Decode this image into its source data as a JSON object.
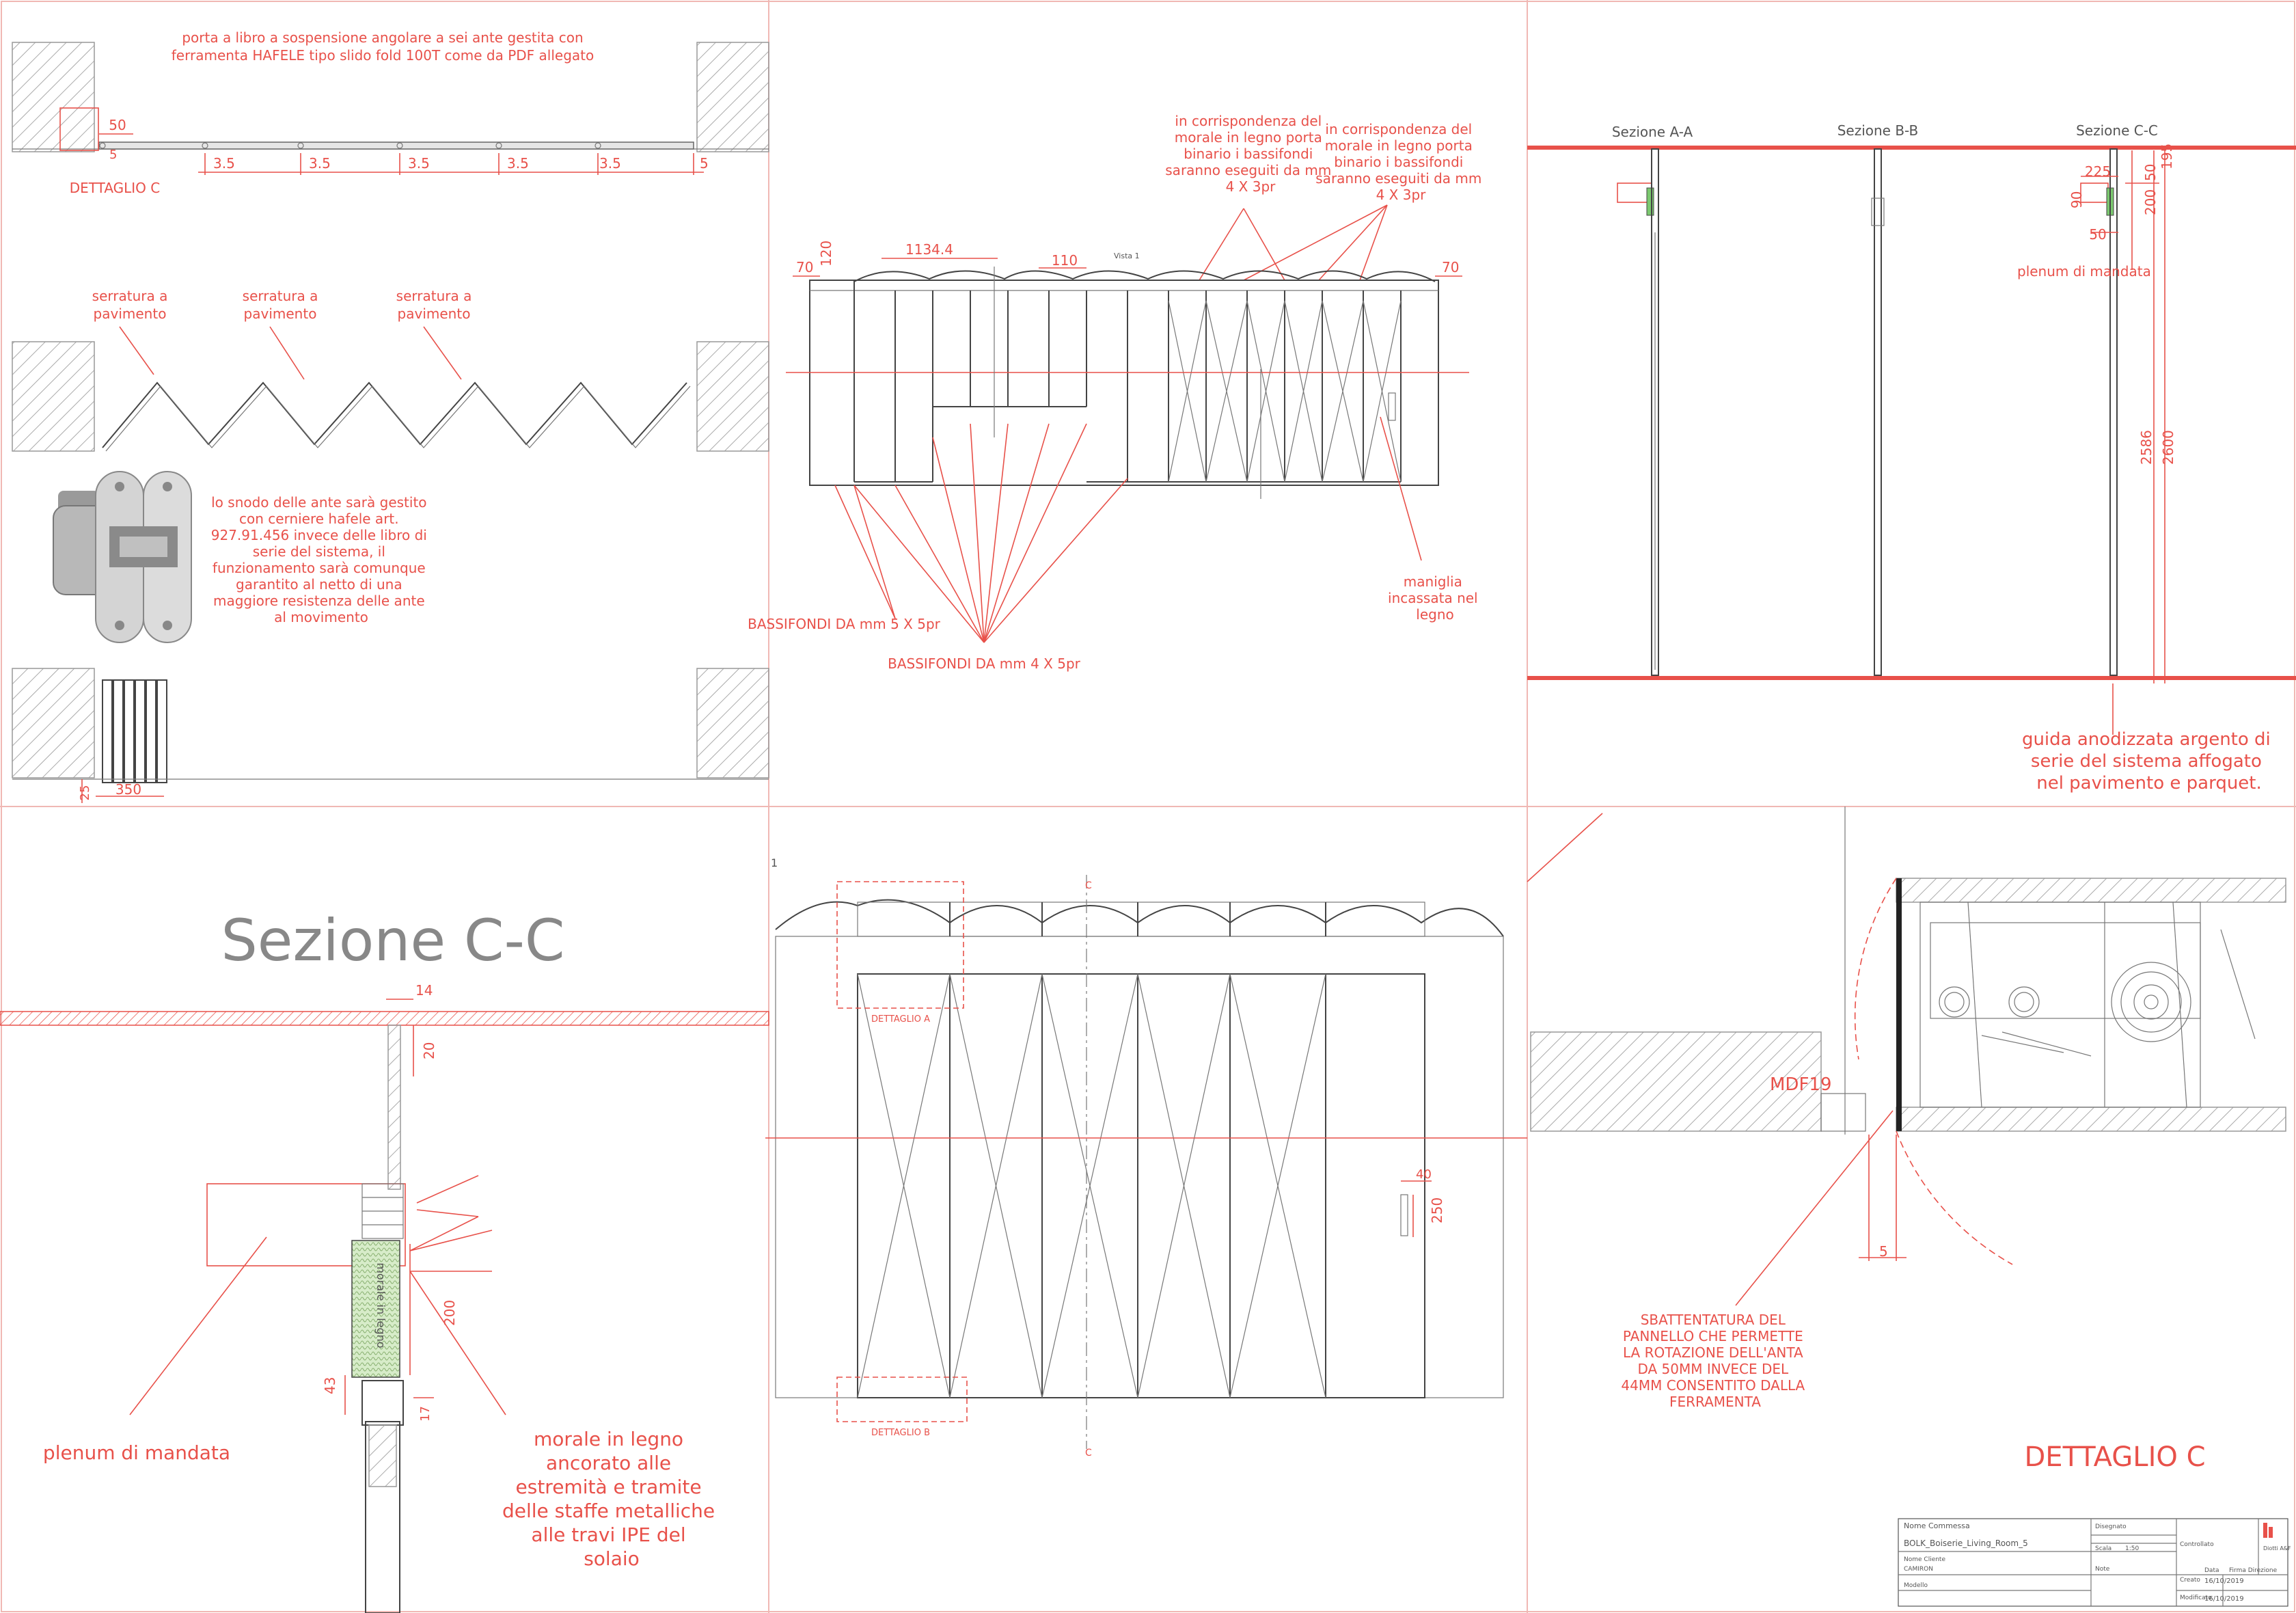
{
  "panel1": {
    "note_title_1": "porta a libro a sospensione angolare a sei ante gestita con",
    "note_title_2": "ferramenta HAFELE tipo slido fold 100T come da PDF allegato",
    "dim_50": "50",
    "dim_5_left": "5",
    "dim_35": [
      "3.5",
      "3.5",
      "3.5",
      "3.5",
      "3.5"
    ],
    "dim_5_right": "5",
    "detail_label": "DETTAGLIO C",
    "lock_label": [
      "serratura a",
      "pavimento"
    ],
    "hinge_note": [
      "lo snodo delle ante sarà gestito",
      "con cerniere hafele art.",
      "927.91.456 invece delle libro di",
      "serie del sistema, il",
      "funzionamento sarà comunque",
      "garantito al netto di una",
      "maggiore resistenza delle ante",
      "al movimento"
    ],
    "dim_350": "350",
    "dim_25": "25"
  },
  "panel2": {
    "note_left": [
      "in corrispondenza del",
      "morale in legno porta",
      "binario i bassifondi",
      "saranno eseguiti da mm",
      "4 X 3pr"
    ],
    "note_right": [
      "in corrispondenza del",
      "morale in legno porta",
      "binario i bassifondi",
      "saranno eseguiti da mm",
      "4 X 3pr"
    ],
    "dim_70_left": "70",
    "dim_120": "120",
    "dim_1134": "1134.4",
    "dim_110": "110",
    "dim_70_right": "70",
    "vista_label": "Vista 1",
    "bassifondi_1": "BASSIFONDI DA mm 5 X 5pr",
    "bassifondi_2": "BASSIFONDI DA mm 4 X 5pr",
    "handle_note": [
      "maniglia",
      "incassata nel",
      "legno"
    ]
  },
  "panel3": {
    "section_a": "Sezione A-A",
    "section_b": "Sezione B-B",
    "section_c": "Sezione C-C",
    "dim_225": "225",
    "dim_195": "195",
    "dim_90": "90",
    "dim_200": "200",
    "dim_50a": "50",
    "dim_50b": "50",
    "plenum": "plenum di mandata",
    "dim_2586": "2586",
    "dim_2600": "2600",
    "guide_note": [
      "guida anodizzata argento di",
      "serie del sistema affogato",
      "nel pavimento e parquet."
    ]
  },
  "panel4": {
    "title": "Sezione C-C",
    "dim_14": "14",
    "dim_20": "20",
    "dim_200": "200",
    "dim_43": "43",
    "dim_17": "17",
    "wood_label": "morale in legno",
    "plenum": "plenum di mandata",
    "beam_note": [
      "morale in legno",
      "ancorato alle",
      "estremità e tramite",
      "delle staffe metalliche",
      "alle travi IPE del",
      "solaio"
    ]
  },
  "panel5": {
    "corner_num": "1",
    "detail_a": "DETTAGLIO A",
    "detail_b": "DETTAGLIO B",
    "dim_40": "40",
    "dim_250": "250",
    "cut_c": "C"
  },
  "panel6": {
    "mdf": "MDF19",
    "dim_5": "5",
    "note": [
      "SBATTENTATURA DEL",
      "PANNELLO CHE PERMETTE",
      "LA ROTAZIONE DELL'ANTA",
      "DA 50MM INVECE DEL",
      "44MM CONSENTITO DALLA",
      "FERRAMENTA"
    ],
    "title": "DETTAGLIO C"
  },
  "titleblock": {
    "nome_commessa_label": "Nome Commessa",
    "nome_commessa": "BOLK_Boiserie_Living_Room_5",
    "disegnato_label": "Disegnato",
    "scala_label": "Scala",
    "scala": "1:50",
    "nome_cliente_label": "Nome Cliente",
    "nome_cliente": "CAMIRON",
    "note_label": "Note",
    "modello_label": "Modello",
    "controllato_label": "Controllato",
    "data_label": "Data",
    "data1": "16/10/2019",
    "data2": "16/10/2019",
    "firma_label": "Firma Direzione",
    "creato_label": "Creato",
    "modificato_label": "Modificato",
    "logo_text": "Diotti A&F"
  }
}
